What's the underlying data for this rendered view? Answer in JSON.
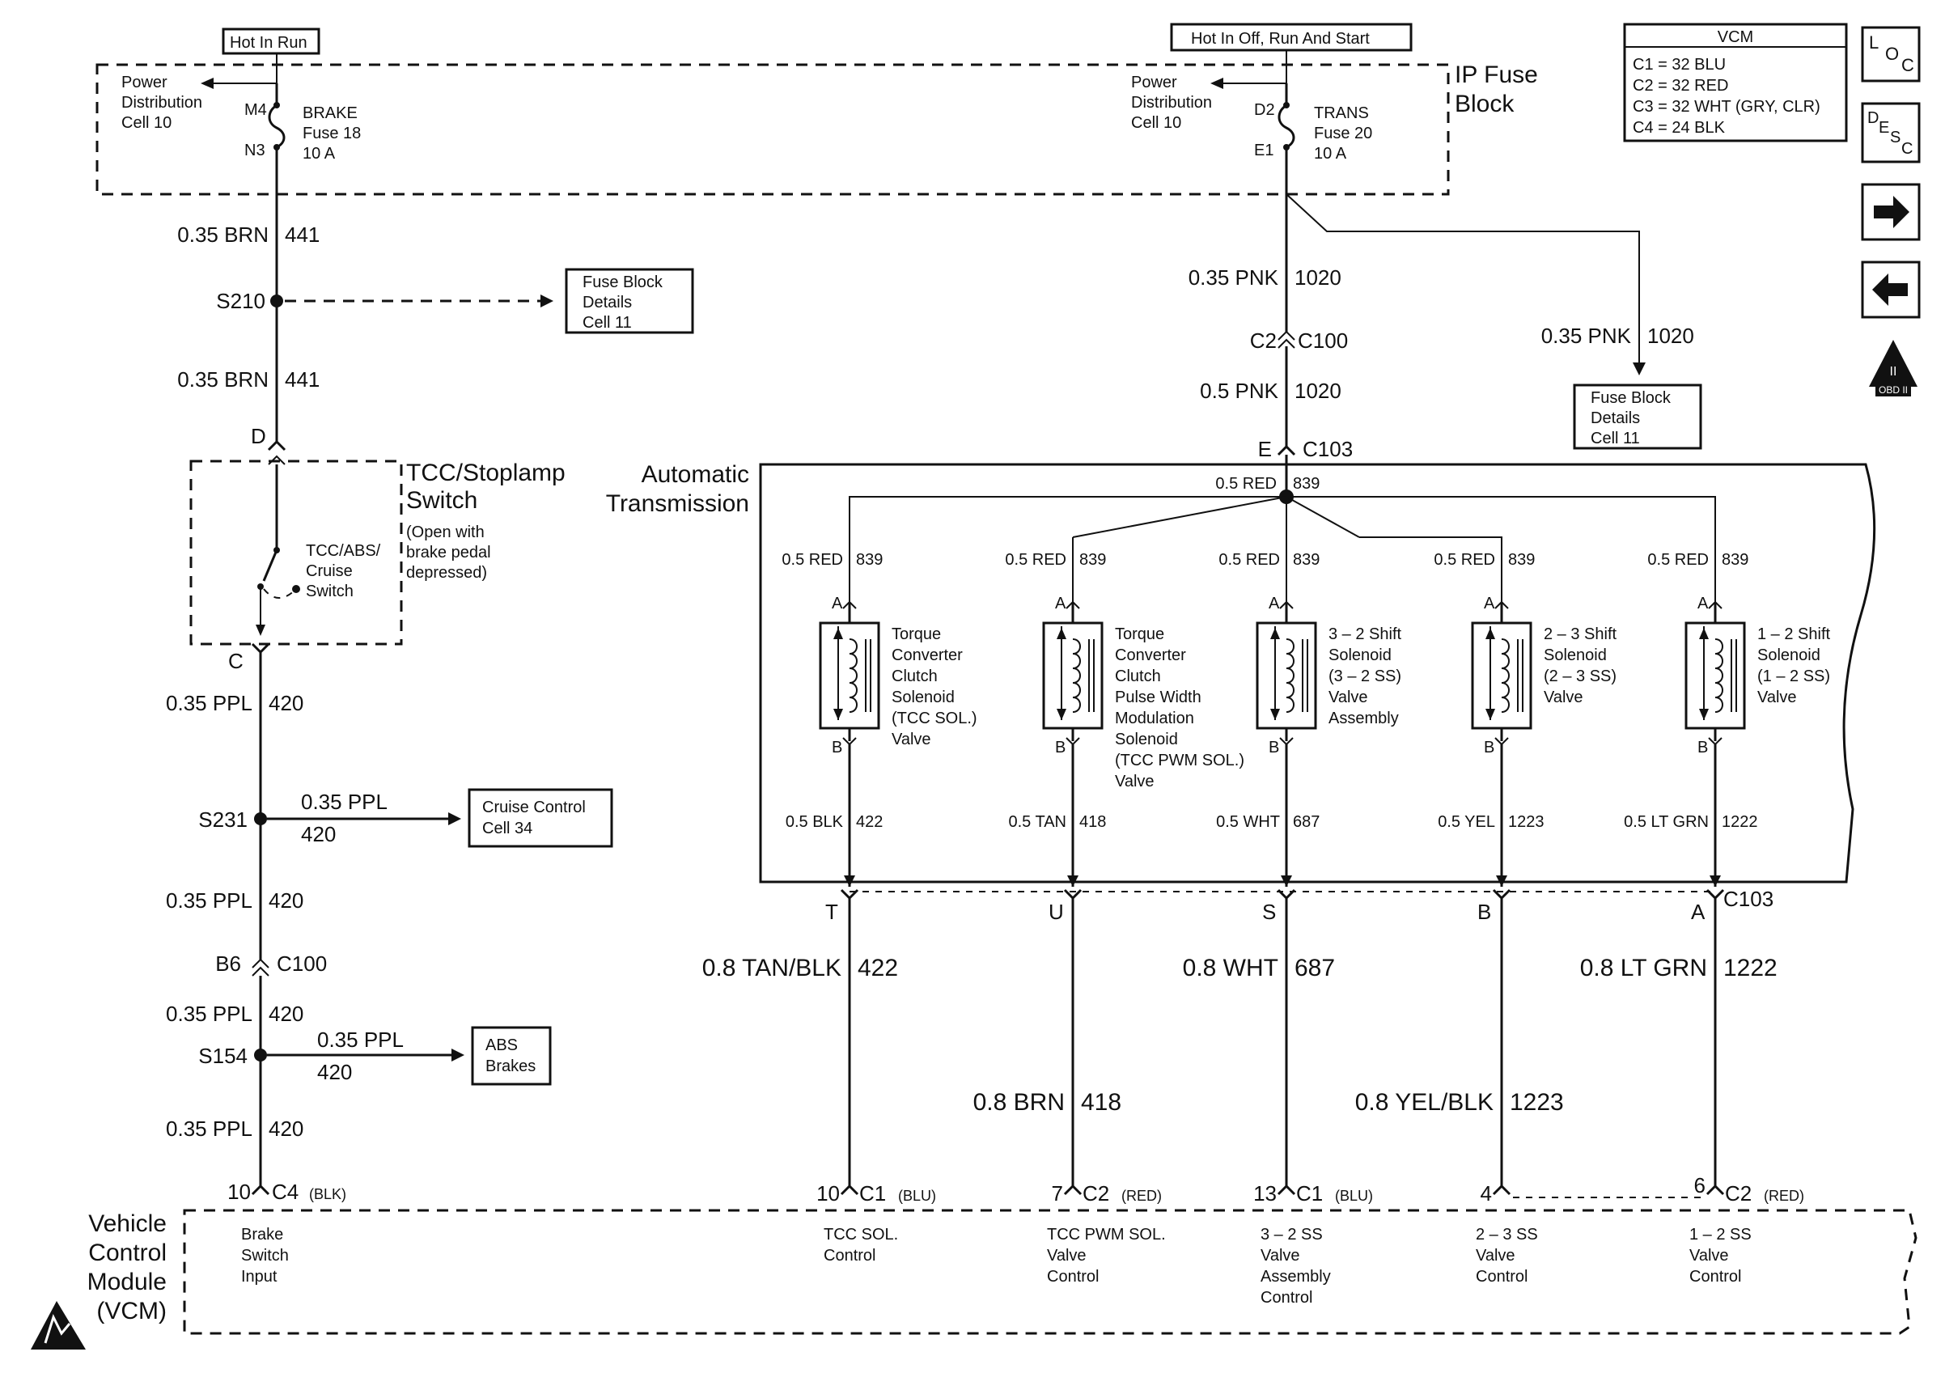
{
  "fuse_block": {
    "title": [
      "IP Fuse",
      "Block"
    ],
    "brake_fuse": {
      "hot_label": "Hot In Run",
      "power_dist": [
        "Power",
        "Distribution",
        "Cell 10"
      ],
      "pin_top": "M4",
      "pin_bottom": "N3",
      "fuse": [
        "BRAKE",
        "Fuse 18",
        "10 A"
      ]
    },
    "trans_fuse": {
      "hot_label": "Hot In Off, Run And Start",
      "power_dist": [
        "Power",
        "Distribution",
        "Cell 10"
      ],
      "pin_top": "D2",
      "pin_bottom": "E1",
      "fuse": [
        "TRANS",
        "Fuse 20",
        "10 A"
      ]
    }
  },
  "vcm_legend": {
    "title": "VCM",
    "rows": [
      "C1 = 32 BLU",
      "C2 = 32 RED",
      "C3 = 32 WHT (GRY, CLR)",
      "C4 = 24 BLK"
    ]
  },
  "side_icons": [
    {
      "name": "loc-icon",
      "text": "LOC"
    },
    {
      "name": "desc-icon",
      "text": "DESC"
    },
    {
      "name": "arrow-right-icon"
    },
    {
      "name": "arrow-left-icon"
    },
    {
      "name": "obd-ii-icon",
      "text": "OBD II"
    }
  ],
  "left_circuit": {
    "wire_441_a": {
      "size_color": "0.35 BRN",
      "number": "441"
    },
    "splice_s210": "S210",
    "fuse_details_box": [
      "Fuse Block",
      "Details",
      "Cell 11"
    ],
    "wire_441_b": {
      "size_color": "0.35 BRN",
      "number": "441"
    },
    "pin_d": "D",
    "switch": {
      "title": [
        "TCC/Stoplamp",
        "Switch"
      ],
      "note": [
        "(Open with",
        "brake pedal",
        "depressed)"
      ],
      "inner": [
        "TCC/ABS/",
        "Cruise",
        "Switch"
      ]
    },
    "pin_c": "C",
    "wire_420_a": {
      "size_color": "0.35 PPL",
      "number": "420"
    },
    "splice_s231": "S231",
    "cruise_branch": {
      "size_color": "0.35 PPL",
      "number": "420"
    },
    "cruise_box": [
      "Cruise Control",
      "Cell 34"
    ],
    "wire_420_b": {
      "size_color": "0.35 PPL",
      "number": "420"
    },
    "connector_c100": {
      "pin": "B6",
      "name": "C100"
    },
    "wire_420_c": {
      "size_color": "0.35 PPL",
      "number": "420"
    },
    "splice_s154": "S154",
    "abs_branch": {
      "size_color": "0.35 PPL",
      "number": "420"
    },
    "abs_box": [
      "ABS",
      "Brakes"
    ],
    "wire_420_d": {
      "size_color": "0.35 PPL",
      "number": "420"
    },
    "vcm_pin": {
      "pin": "10",
      "connector": "C4",
      "color": "(BLK)"
    }
  },
  "trans_feed": {
    "wire_1020_a": {
      "size_color": "0.35 PNK",
      "number": "1020"
    },
    "connector_c100": {
      "pin": "C2",
      "name": "C100"
    },
    "wire_1020_b": {
      "size_color": "0.5 PNK",
      "number": "1020"
    },
    "connector_c103": {
      "pin": "E",
      "name": "C103"
    },
    "branch_1020": {
      "size_color": "0.35 PNK",
      "number": "1020"
    },
    "fuse_details_box": [
      "Fuse Block",
      "Details",
      "Cell 11"
    ]
  },
  "transmission": {
    "title": [
      "Automatic",
      "Transmission"
    ],
    "bus_wire": {
      "size_color": "0.5 RED",
      "number": "839"
    },
    "c103_label": "C103",
    "solenoids": [
      {
        "feed": {
          "size_color": "0.5 RED",
          "number": "839"
        },
        "pin_a": "A",
        "pin_b": "B",
        "label": [
          "Torque",
          "Converter",
          "Clutch",
          "Solenoid",
          "(TCC SOL.)",
          "Valve"
        ],
        "out": {
          "size_color": "0.5 BLK",
          "number": "422"
        },
        "c103_pin": "T",
        "harness": [
          {
            "size_color": "0.8 TAN/BLK",
            "number": "422"
          }
        ],
        "vcm": {
          "pin": "10",
          "connector": "C1",
          "color": "(BLU)",
          "label": [
            "TCC SOL.",
            "Control"
          ]
        }
      },
      {
        "feed": {
          "size_color": "0.5 RED",
          "number": "839"
        },
        "pin_a": "A",
        "pin_b": "B",
        "label": [
          "Torque",
          "Converter",
          "Clutch",
          "Pulse Width",
          "Modulation",
          "Solenoid",
          "(TCC PWM SOL.)",
          "Valve"
        ],
        "out": {
          "size_color": "0.5 TAN",
          "number": "418"
        },
        "c103_pin": "U",
        "harness": [
          {
            "size_color": "0.8 BRN",
            "number": "418"
          }
        ],
        "vcm": {
          "pin": "7",
          "connector": "C2",
          "color": "(RED)",
          "label": [
            "TCC PWM SOL.",
            "Valve",
            "Control"
          ]
        }
      },
      {
        "feed": {
          "size_color": "0.5 RED",
          "number": "839"
        },
        "pin_a": "A",
        "pin_b": "B",
        "label": [
          "3 – 2 Shift",
          "Solenoid",
          "(3 – 2 SS)",
          "Valve",
          "Assembly"
        ],
        "out": {
          "size_color": "0.5 WHT",
          "number": "687"
        },
        "c103_pin": "S",
        "harness": [
          {
            "size_color": "0.8 WHT",
            "number": "687"
          }
        ],
        "vcm": {
          "pin": "13",
          "connector": "C1",
          "color": "(BLU)",
          "label": [
            "3 – 2 SS",
            "Valve",
            "Assembly",
            "Control"
          ]
        }
      },
      {
        "feed": {
          "size_color": "0.5 RED",
          "number": "839"
        },
        "pin_a": "A",
        "pin_b": "B",
        "label": [
          "2 – 3 Shift",
          "Solenoid",
          "(2 – 3 SS)",
          "Valve"
        ],
        "out": {
          "size_color": "0.5 YEL",
          "number": "1223"
        },
        "c103_pin": "B",
        "harness": [
          {
            "size_color": "0.8 YEL/BLK",
            "number": "1223"
          }
        ],
        "vcm": {
          "pin": "4",
          "connector": "",
          "color": "",
          "label": [
            "2 – 3 SS",
            "Valve",
            "Control"
          ]
        }
      },
      {
        "feed": {
          "size_color": "0.5 RED",
          "number": "839"
        },
        "pin_a": "A",
        "pin_b": "B",
        "label": [
          "1 – 2 Shift",
          "Solenoid",
          "(1 – 2 SS)",
          "Valve"
        ],
        "out": {
          "size_color": "0.5 LT GRN",
          "number": "1222"
        },
        "c103_pin": "A",
        "harness": [
          {
            "size_color": "0.8 LT GRN",
            "number": "1222"
          }
        ],
        "vcm": {
          "pin": "6",
          "connector": "C2",
          "color": "(RED)",
          "label": [
            "1 – 2 SS",
            "Valve",
            "Control"
          ]
        }
      }
    ]
  },
  "vcm_module": {
    "title": [
      "Vehicle",
      "Control",
      "Module",
      "(VCM)"
    ],
    "brake_input": [
      "Brake",
      "Switch",
      "Input"
    ]
  }
}
